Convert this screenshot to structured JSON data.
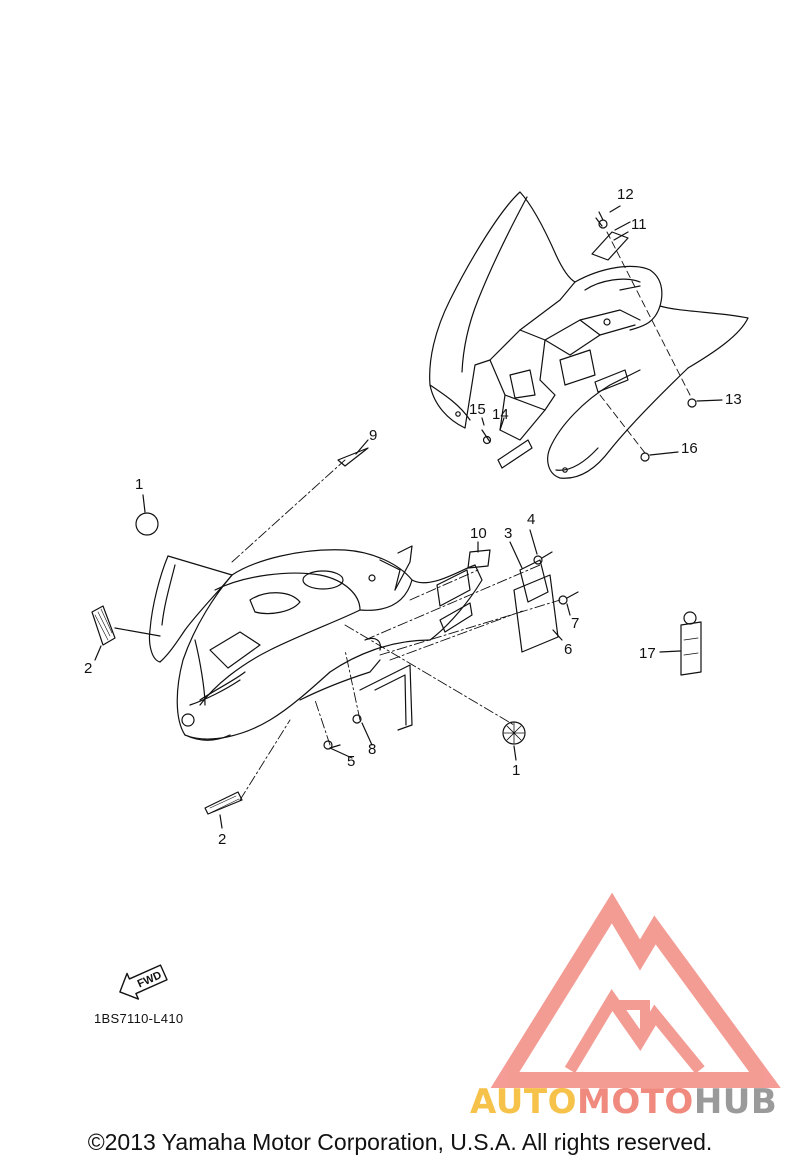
{
  "diagram": {
    "drawing_code": "1BS7110-L410",
    "fwd_arrow_label": "FWD",
    "copyright": "©2013 Yamaha Motor Corporation, U.S.A. All rights reserved."
  },
  "callouts": [
    {
      "id": "c1a",
      "label": "1"
    },
    {
      "id": "c1b",
      "label": "1"
    },
    {
      "id": "c2a",
      "label": "2"
    },
    {
      "id": "c2b",
      "label": "2"
    },
    {
      "id": "c3",
      "label": "3"
    },
    {
      "id": "c4",
      "label": "4"
    },
    {
      "id": "c5",
      "label": "5"
    },
    {
      "id": "c6",
      "label": "6"
    },
    {
      "id": "c7",
      "label": "7"
    },
    {
      "id": "c8",
      "label": "8"
    },
    {
      "id": "c9",
      "label": "9"
    },
    {
      "id": "c10",
      "label": "10"
    },
    {
      "id": "c11",
      "label": "11"
    },
    {
      "id": "c12",
      "label": "12"
    },
    {
      "id": "c13",
      "label": "13"
    },
    {
      "id": "c14",
      "label": "14"
    },
    {
      "id": "c15",
      "label": "15"
    },
    {
      "id": "c16",
      "label": "16"
    },
    {
      "id": "c17",
      "label": "17"
    }
  ],
  "watermark": {
    "part1": "AUTO",
    "part2": "MOTO",
    "part3": "HUB",
    "colors": {
      "auto": "#f6c24a",
      "moto": "#f08a7e",
      "hub": "#9a9a9a",
      "logo": "#f28b82"
    }
  }
}
